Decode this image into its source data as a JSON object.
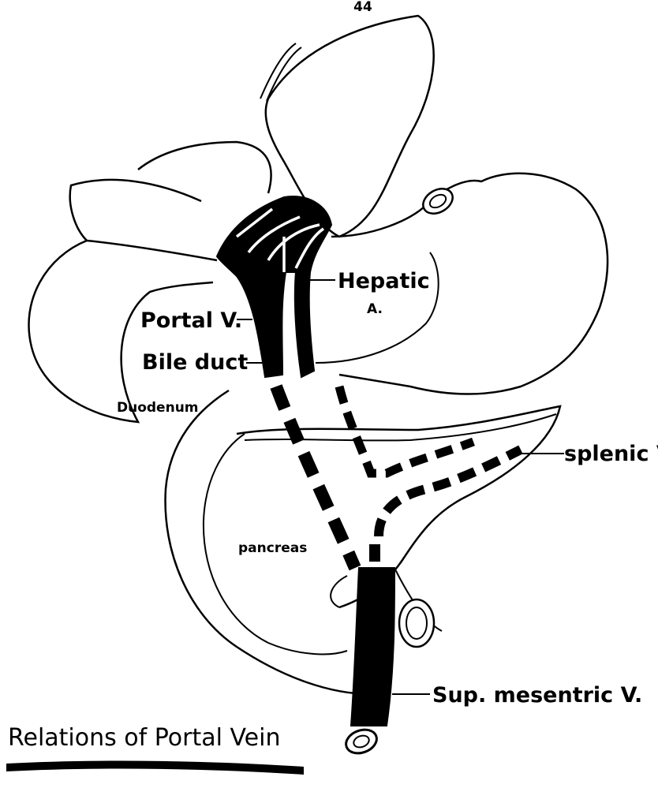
{
  "page_number": "44",
  "title": "Relations of Portal Vein",
  "labels": {
    "hepatic_a_line1": "Hepatic",
    "hepatic_a_line2": "A.",
    "portal_v": "Portal V.",
    "bile_duct": "Bile duct",
    "duodenum": "Duodenum",
    "splenic_v": "splenic V.",
    "pancreas": "pancreas",
    "sup_mesentric_v": "Sup. mesentric V."
  },
  "colors": {
    "ink": "#000000",
    "paper": "#ffffff"
  }
}
